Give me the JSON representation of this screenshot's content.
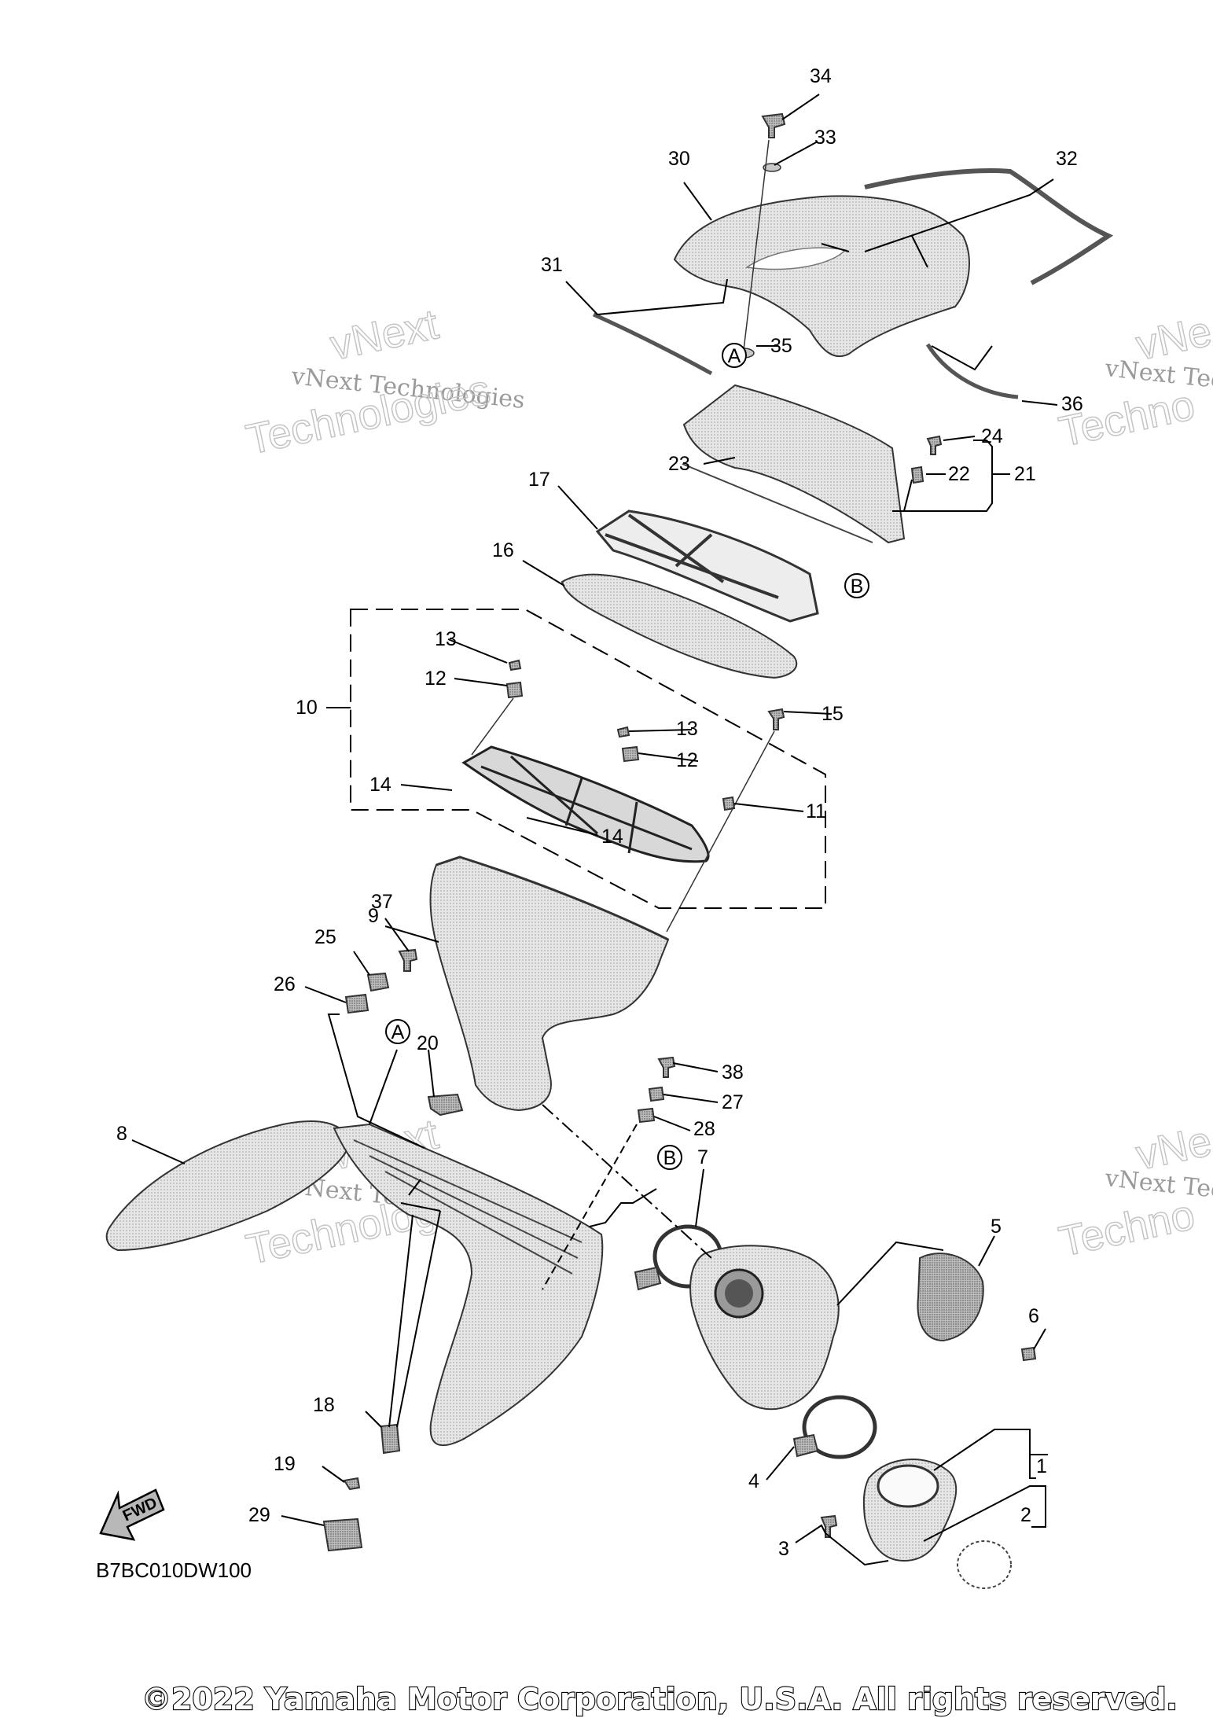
{
  "diagram": {
    "labels": [
      "1",
      "2",
      "3",
      "4",
      "5",
      "6",
      "7",
      "8",
      "9",
      "10",
      "11",
      "12",
      "12",
      "13",
      "13",
      "14",
      "14",
      "15",
      "16",
      "17",
      "18",
      "19",
      "20",
      "21",
      "22",
      "23",
      "24",
      "25",
      "26",
      "27",
      "28",
      "29",
      "30",
      "31",
      "32",
      "33",
      "34",
      "35",
      "36",
      "37",
      "38"
    ],
    "markers": [
      "A",
      "A",
      "B",
      "B"
    ],
    "fwd_label": "FWD",
    "drawing_code": "B7BC010DW100",
    "watermark_line1": "vNext Technologies",
    "watermark_line2_a": "vNext",
    "watermark_line2_b": "Technologies",
    "watermark_partial_line1": "vNext Tec",
    "watermark_partial_a": "vNe",
    "watermark_partial_b": "Techno",
    "copyright": "©2022 Yamaha Motor Corporation, U.S.A. All rights reserved."
  }
}
